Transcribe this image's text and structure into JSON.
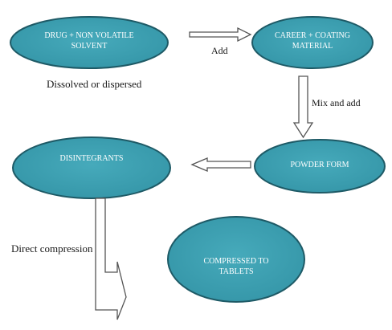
{
  "diagram": {
    "nodes": {
      "drug": "DRUG + NON VOLATILE SOLVENT",
      "career": "CAREER + COATING MATERIAL",
      "disintegrants": "DISINTEGRANTS",
      "powder": "POWDER FORM",
      "tablets": "COMPRESSED TO TABLETS"
    },
    "labels": {
      "add": "Add",
      "dissolved": "Dissolved or dispersed",
      "mix": "Mix and add",
      "direct": "Direct compression"
    },
    "colors": {
      "fill": "#3fa0b2",
      "stroke": "#1e5a66",
      "arrow_stroke": "#555555",
      "arrow_fill": "#ffffff"
    }
  }
}
